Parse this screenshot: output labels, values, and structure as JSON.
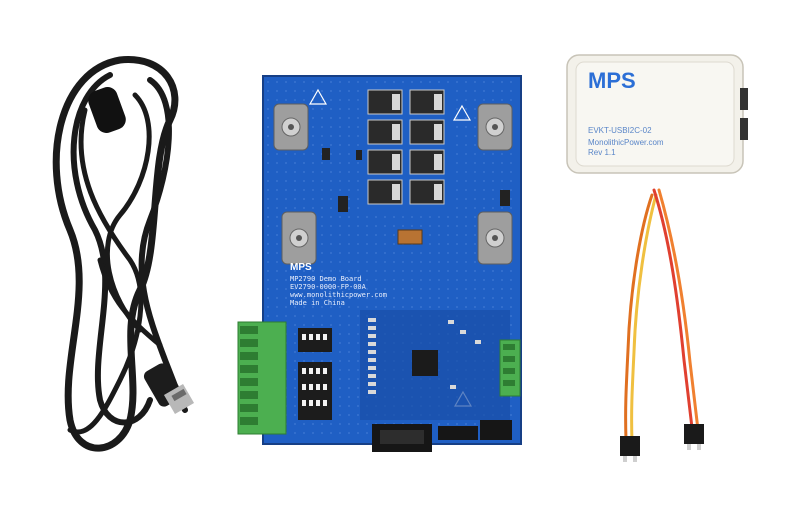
{
  "board": {
    "brand": "MPS",
    "lines": [
      "MP2790 Demo Board",
      "EV2790-0000-FP-00A",
      "www.monolithicpower.com",
      "Made in China"
    ]
  },
  "adapter": {
    "brand": "MPS",
    "model": "EVKT-USBI2C-02",
    "site": "MonolithicPower.com",
    "rev": "Rev 1.1"
  },
  "colors": {
    "pcb": "#1f5fc4",
    "pcb_dark": "#1a4fa8",
    "brand_blue": "#2c6fd6",
    "box": "#f3f1ea",
    "cable": "#1a1a1a",
    "terminal_green": "#4caf50"
  }
}
